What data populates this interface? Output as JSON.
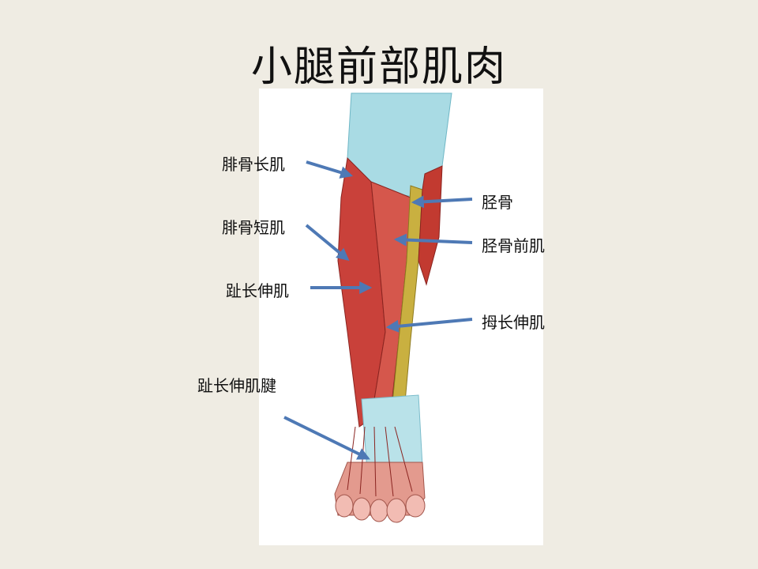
{
  "slide": {
    "title": "小腿前部肌肉"
  },
  "labels": {
    "peroneus_longus": "腓骨长肌",
    "peroneus_brevis": "腓骨短肌",
    "ext_digitorum_longus": "趾长伸肌",
    "ext_digitorum_tendon": "趾长伸肌腱",
    "tibia": "胫骨",
    "tibialis_anterior": "胫骨前肌",
    "ext_hallucis_longus": "拇长伸肌"
  },
  "colors": {
    "background": "#efece3",
    "arrow": "#4e79b5",
    "muscle": "#c9413a",
    "fascia": "#a9dbe4",
    "bone": "#c9b040",
    "skin": "#f0b8b0"
  }
}
